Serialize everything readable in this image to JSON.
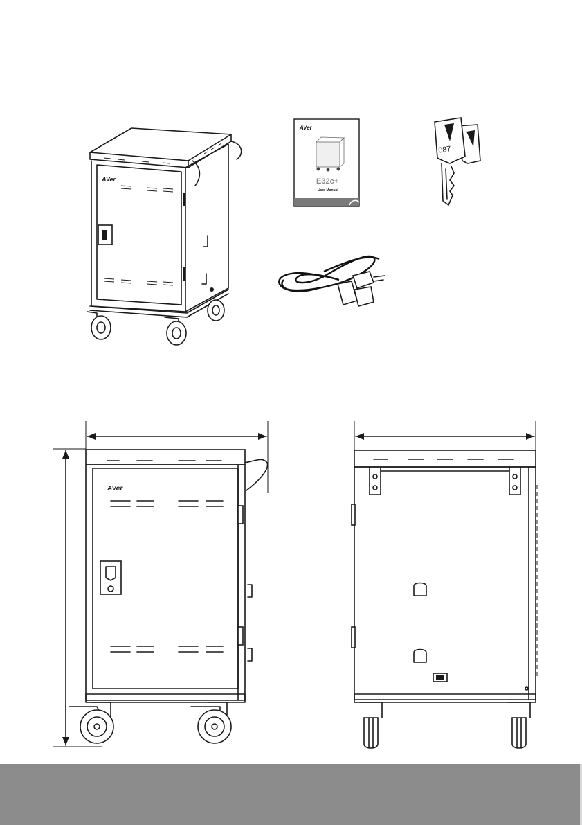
{
  "brand": {
    "logo_text": "AVer"
  },
  "manual": {
    "logo_text": "AVer",
    "title": "E32c+",
    "subtitle": "User Manual"
  },
  "key": {
    "number": "087"
  },
  "colors": {
    "ink": "#1a1a1a",
    "footer": "#8c8c8c",
    "page": "#ffffff"
  },
  "icons": [
    "cart-front-dimension-icon",
    "cart-back-dimension-icon",
    "power-cord-icon",
    "key-icon"
  ]
}
